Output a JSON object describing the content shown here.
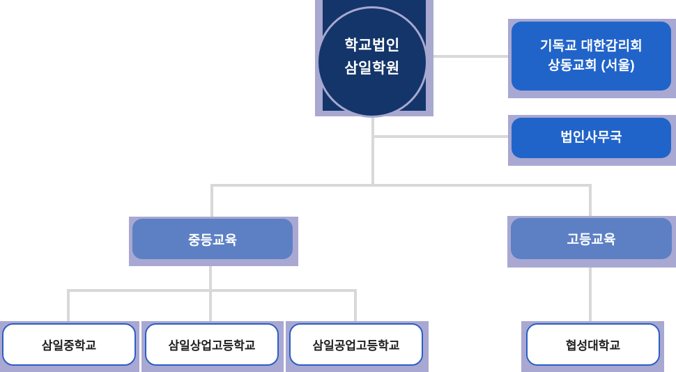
{
  "org_chart": {
    "foundation": {
      "line1": "학교법인",
      "line2": "삼일학원"
    },
    "affiliations": {
      "church": {
        "line1": "기독교 대한감리회",
        "line2": "상동교회 (서울)"
      },
      "corporate_office": {
        "label": "법인사무국"
      }
    },
    "divisions": {
      "secondary_education": {
        "label": "중등교육"
      },
      "higher_education": {
        "label": "고등교육"
      }
    },
    "schools": {
      "samil_middle_school": {
        "label": "삼일중학교"
      },
      "samil_commercial_high_school": {
        "label": "삼일상업고등학교"
      },
      "samil_technical_high_school": {
        "label": "삼일공업고등학교"
      },
      "hyupsung_university": {
        "label": "협성대학교"
      }
    },
    "colors": {
      "navy": "#13356a",
      "royal_blue": "#2164c9",
      "medium_blue": "#5d80c4",
      "lavender": "#a8a8d2",
      "connector_gray": "#d8d8d8",
      "white_box_border": "#2b5ec4"
    }
  }
}
